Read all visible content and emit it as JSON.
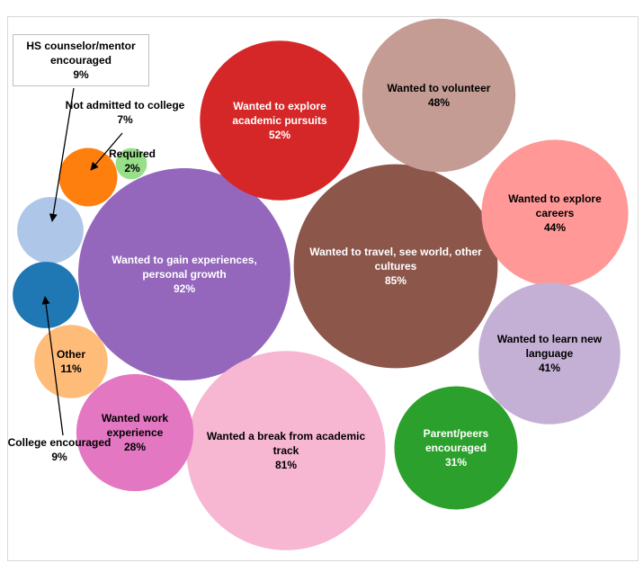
{
  "chart_data": {
    "type": "bubble",
    "title": "",
    "unit": "%",
    "series": [
      {
        "id": "gain",
        "lines": [
          "Wanted to gain experiences,",
          "personal growth"
        ],
        "value": 92,
        "value_label": "92%",
        "color": "#9467bd",
        "text_color": "#ffffff"
      },
      {
        "id": "travel",
        "lines": [
          "Wanted to travel, see world, other",
          "cultures"
        ],
        "value": 85,
        "value_label": "85%",
        "color": "#8c564b",
        "text_color": "#ffffff"
      },
      {
        "id": "break",
        "lines": [
          "Wanted a break from academic",
          "track"
        ],
        "value": 81,
        "value_label": "81%",
        "color": "#f7b6d2",
        "text_color": "#000000"
      },
      {
        "id": "academic",
        "lines": [
          "Wanted to explore",
          "academic pursuits"
        ],
        "value": 52,
        "value_label": "52%",
        "color": "#d62728",
        "text_color": "#ffffff"
      },
      {
        "id": "volunteer",
        "lines": [
          "Wanted to volunteer"
        ],
        "value": 48,
        "value_label": "48%",
        "color": "#c49c94",
        "text_color": "#000000"
      },
      {
        "id": "careers",
        "lines": [
          "Wanted to explore",
          "careers"
        ],
        "value": 44,
        "value_label": "44%",
        "color": "#ff9896",
        "text_color": "#000000"
      },
      {
        "id": "language",
        "lines": [
          "Wanted to learn new",
          "language"
        ],
        "value": 41,
        "value_label": "41%",
        "color": "#c5b0d5",
        "text_color": "#000000"
      },
      {
        "id": "parent",
        "lines": [
          "Parent/peers",
          "encouraged"
        ],
        "value": 31,
        "value_label": "31%",
        "color": "#2ca02c",
        "text_color": "#ffffff"
      },
      {
        "id": "work",
        "lines": [
          "Wanted work",
          "experience"
        ],
        "value": 28,
        "value_label": "28%",
        "color": "#e377c2",
        "text_color": "#000000"
      },
      {
        "id": "other",
        "lines": [
          "Other"
        ],
        "value": 11,
        "value_label": "11%",
        "color": "#ffbb78",
        "text_color": "#000000"
      },
      {
        "id": "hs",
        "lines": [
          "HS counselor/mentor",
          "encouraged"
        ],
        "value": 9,
        "value_label": "9%",
        "color": "#aec7e8",
        "text_color": "#000000"
      },
      {
        "id": "college",
        "lines": [
          "College encouraged"
        ],
        "value": 9,
        "value_label": "9%",
        "color": "#1f77b4",
        "text_color": "#000000"
      },
      {
        "id": "notadmitted",
        "lines": [
          "Not admitted to college"
        ],
        "value": 7,
        "value_label": "7%",
        "color": "#ff7f0e",
        "text_color": "#000000"
      },
      {
        "id": "required",
        "lines": [
          "Required"
        ],
        "value": 2,
        "value_label": "2%",
        "color": "#98df8a",
        "text_color": "#000000"
      }
    ]
  }
}
